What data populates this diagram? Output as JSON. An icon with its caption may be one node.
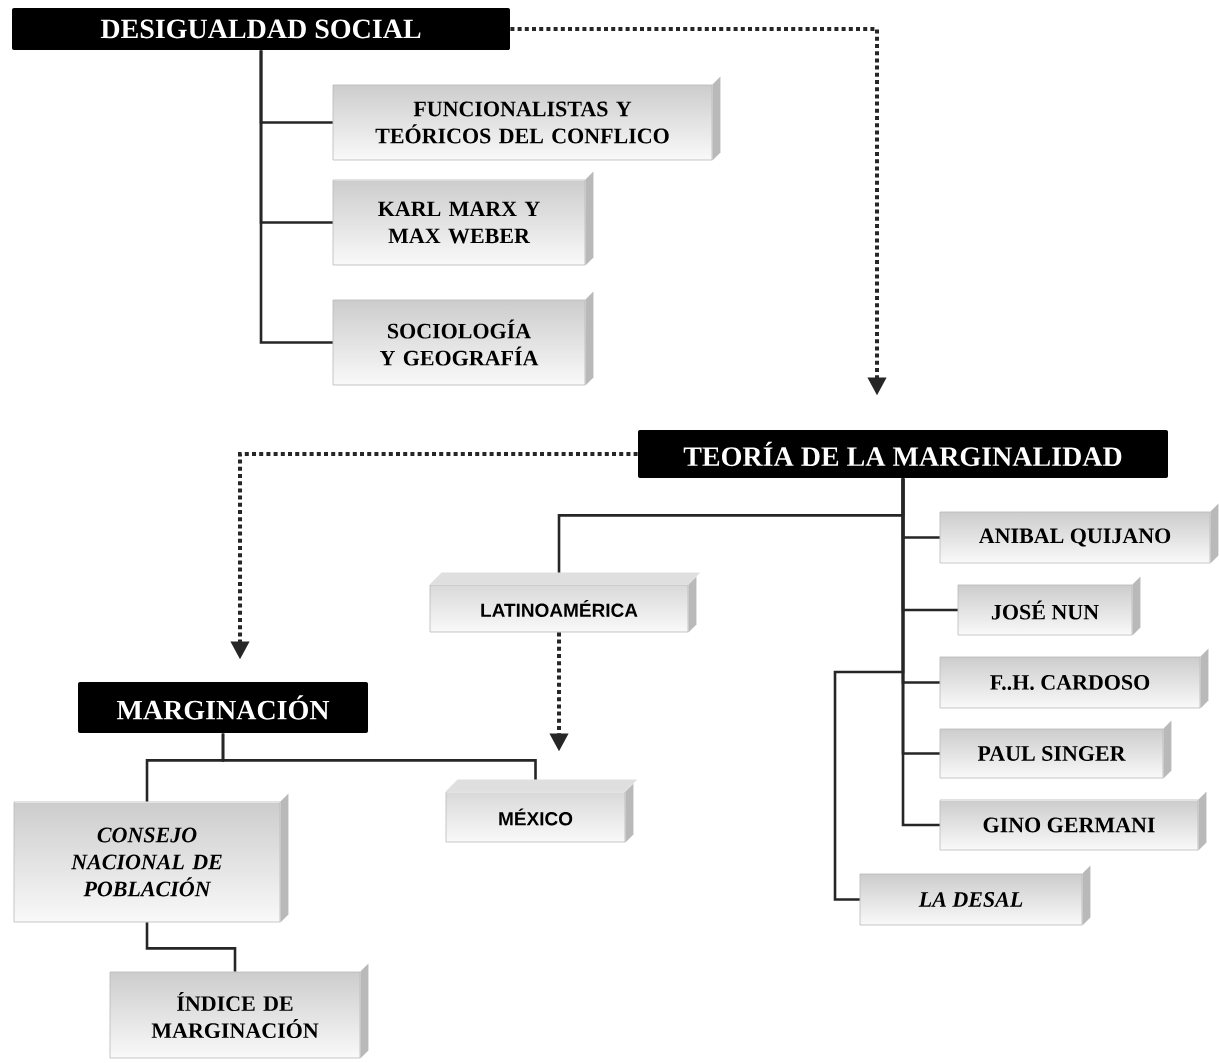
{
  "diagram": {
    "nodes": [
      {
        "text": [
          "DESIGUALDAD SOCIAL"
        ]
      },
      {
        "text": [
          "FUNCIONALISTAS Y TEÓRICOS DEL CONFLICO"
        ]
      },
      {
        "text": [
          "KARL MARX Y MAX WEBER"
        ]
      },
      {
        "text": [
          "SOCIOLOGÍA Y GEOGRAFÍA"
        ]
      },
      {
        "text": [
          "TEORÍA DE LA MARGINALIDAD"
        ]
      },
      {
        "text": [
          "LATINOAMÉRICA"
        ]
      },
      {
        "text": [
          "ANIBAL QUIJANO"
        ]
      },
      {
        "text": [
          "JOSÉ NUN"
        ]
      },
      {
        "text": [
          "F..H. CARDOSO"
        ]
      },
      {
        "text": [
          "PAUL SINGER"
        ]
      },
      {
        "text": [
          "GINO GERMANI"
        ]
      },
      {
        "text": [
          "LA DESAL"
        ]
      },
      {
        "text": [
          "MARGINACIÓN"
        ]
      },
      {
        "text": [
          "MÉXICO"
        ]
      },
      {
        "text": [
          "CONSEJO NACIONAL DE POBLACIÓN"
        ]
      },
      {
        "text": [
          "ÍNDICE DE MARGINACIÓN"
        ]
      }
    ],
    "edges": [
      {
        "from": 0,
        "to": 4,
        "arrow": "to",
        "style": "dashed"
      },
      {
        "from": 0,
        "to": 1,
        "arrow": "none"
      },
      {
        "from": 0,
        "to": 2,
        "arrow": "none"
      },
      {
        "from": 0,
        "to": 3,
        "arrow": "none"
      },
      {
        "from": 4,
        "to": 12,
        "arrow": "to",
        "style": "dashed"
      },
      {
        "from": 4,
        "to": 5,
        "arrow": "none"
      },
      {
        "from": 4,
        "to": 6,
        "arrow": "none"
      },
      {
        "from": 4,
        "to": 7,
        "arrow": "none"
      },
      {
        "from": 4,
        "to": 8,
        "arrow": "none"
      },
      {
        "from": 4,
        "to": 9,
        "arrow": "none"
      },
      {
        "from": 4,
        "to": 10,
        "arrow": "none"
      },
      {
        "from": 4,
        "to": 11,
        "arrow": "none"
      },
      {
        "from": 5,
        "to": 13,
        "arrow": "to",
        "style": "dashed"
      },
      {
        "from": 12,
        "to": 14,
        "arrow": "none"
      },
      {
        "from": 12,
        "to": 13,
        "arrow": "none"
      },
      {
        "from": 14,
        "to": 15,
        "arrow": "none"
      }
    ]
  }
}
